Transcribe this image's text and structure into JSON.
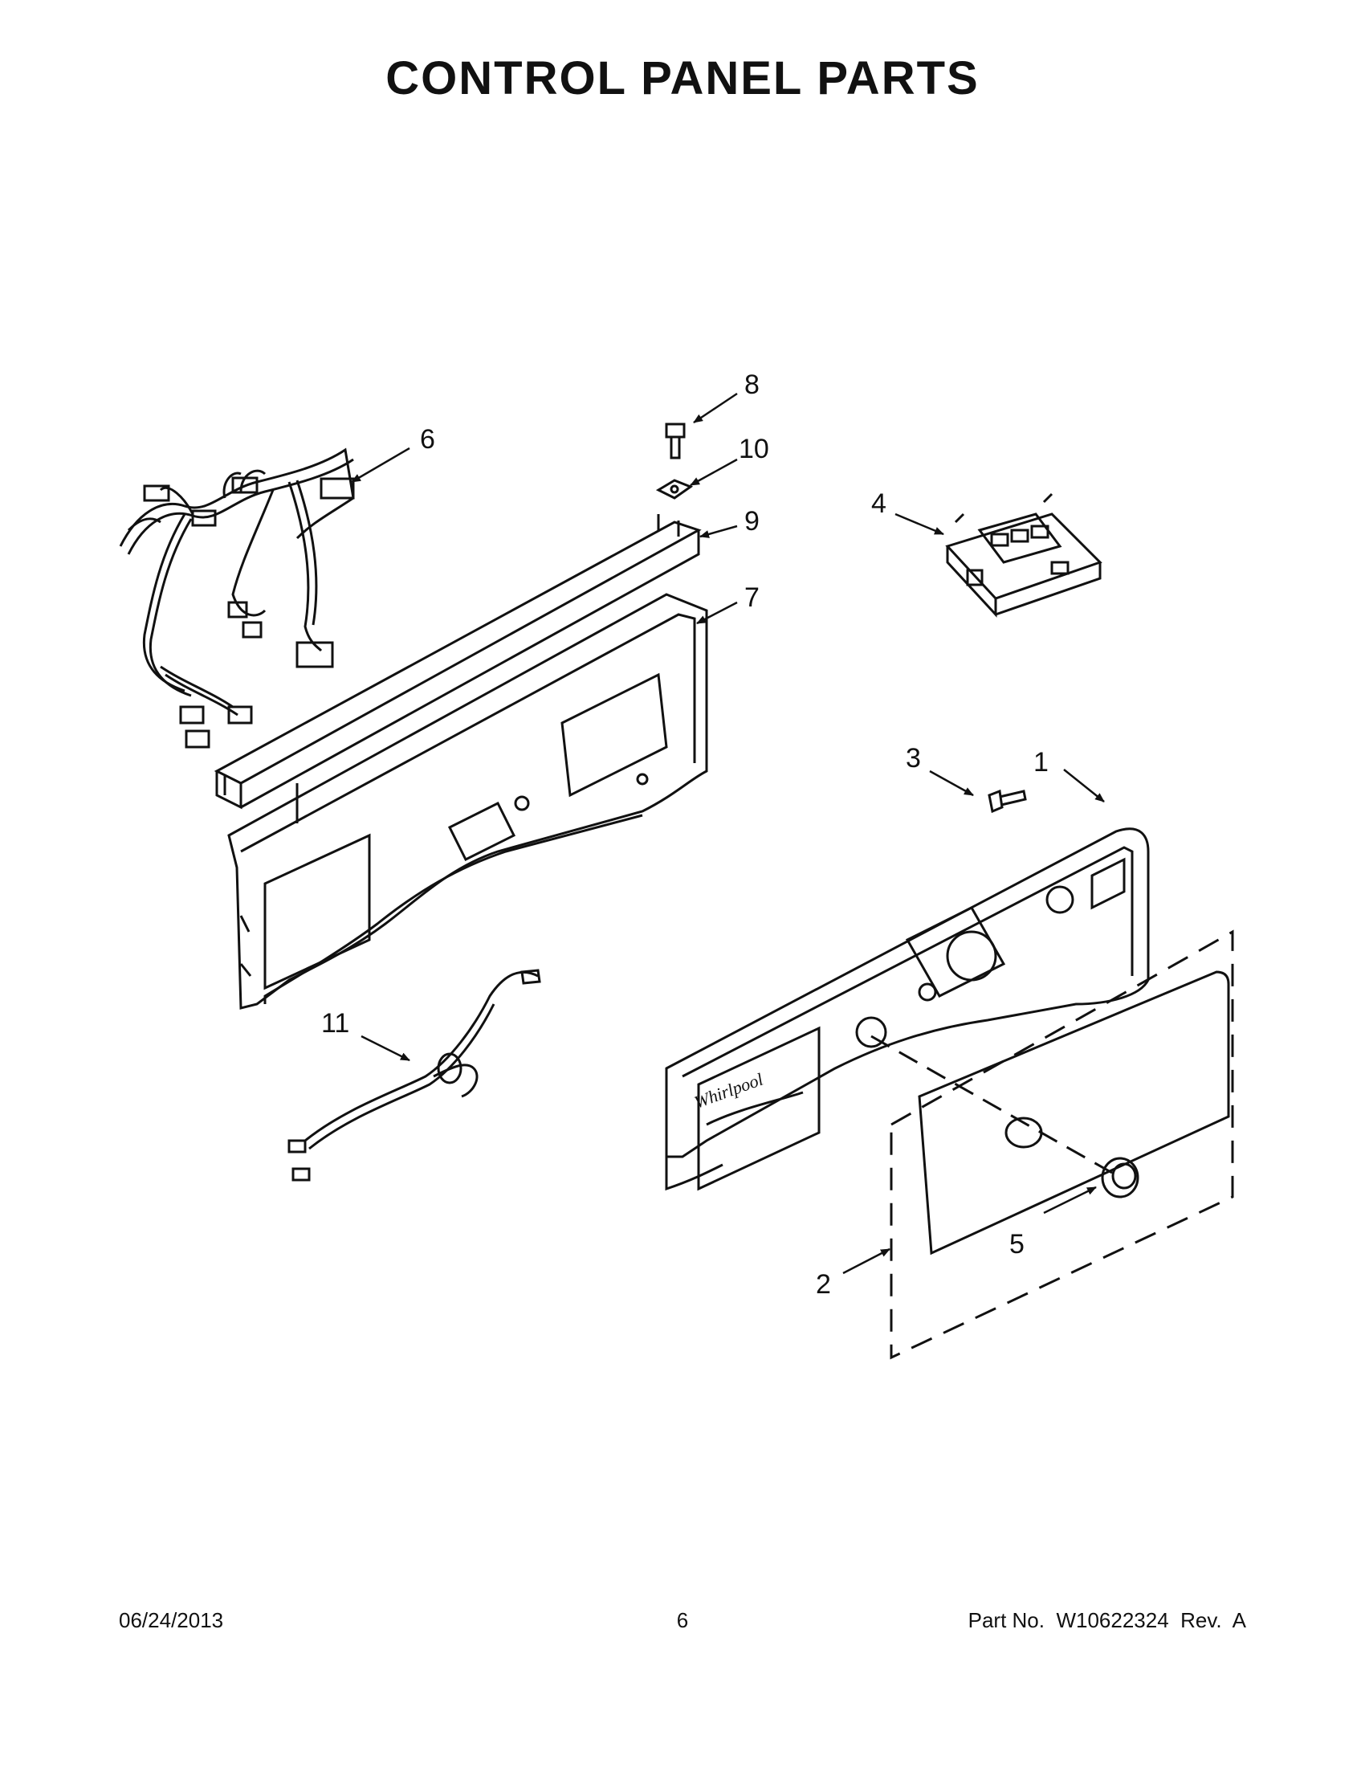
{
  "page": {
    "title": "CONTROL PANEL PARTS"
  },
  "callouts": [
    {
      "id": "c1",
      "label": "1"
    },
    {
      "id": "c2",
      "label": "2"
    },
    {
      "id": "c3",
      "label": "3"
    },
    {
      "id": "c4",
      "label": "4"
    },
    {
      "id": "c5",
      "label": "5"
    },
    {
      "id": "c6",
      "label": "6"
    },
    {
      "id": "c7",
      "label": "7"
    },
    {
      "id": "c8",
      "label": "8"
    },
    {
      "id": "c9",
      "label": "9"
    },
    {
      "id": "c10",
      "label": "10"
    },
    {
      "id": "c11",
      "label": "11"
    }
  ],
  "footer": {
    "date": "06/24/2013",
    "page_number": "6",
    "part_number": "Part No.  W10622324  Rev.  A"
  }
}
